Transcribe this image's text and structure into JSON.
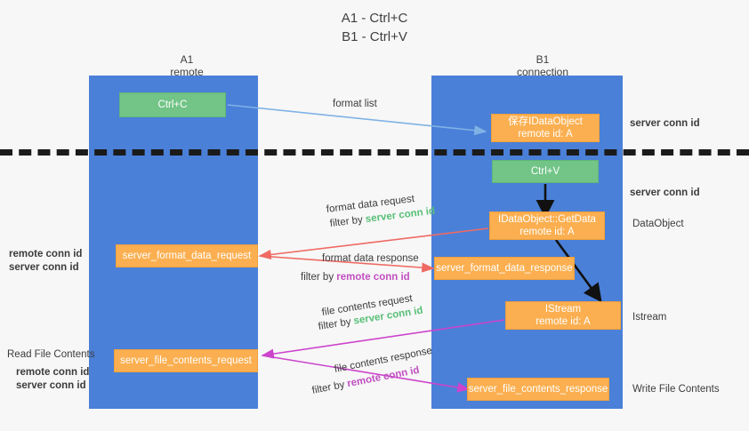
{
  "title": {
    "line1": "A1 - Ctrl+C",
    "line2": "B1 - Ctrl+V"
  },
  "colors": {
    "lane": "#4a80d8",
    "node_green": "#72c487",
    "node_orange": "#fbaf50",
    "server_conn": "#57bf77",
    "remote_conn": "#c14fc1",
    "arrow_blue": "#7fb2e5",
    "arrow_red": "#ef6a63",
    "arrow_magenta": "#cc44cc",
    "arrow_black": "#111111",
    "background": "#f7f7f7"
  },
  "lanes": [
    {
      "name": "A1",
      "sub": "remote"
    },
    {
      "name": "B1",
      "sub": "connection"
    }
  ],
  "nodes": {
    "ctrl_c": {
      "label": "Ctrl+C"
    },
    "ctrl_v": {
      "label": "Ctrl+V"
    },
    "save_idataobject": {
      "line1": "保存IDataObject",
      "line2": "remote id: A"
    },
    "getdata": {
      "line1": "IDataObject::GetData",
      "line2": "remote id: A"
    },
    "istream": {
      "line1": "IStream",
      "line2": "remote id: A"
    },
    "server_format_data_request": {
      "label": "server_format_data_request"
    },
    "server_format_data_response": {
      "label": "server_format_data_response"
    },
    "server_file_contents_request": {
      "label": "server_file_contents_request"
    },
    "server_file_contents_response": {
      "label": "server_file_contents_response"
    }
  },
  "edge_labels": {
    "format_list": "format list",
    "format_data_request": "format data request",
    "format_data_request_filter_prefix": "filter by ",
    "format_data_request_filter_key": "server conn id",
    "format_data_response": "format data response",
    "format_data_response_filter_prefix": "filter by ",
    "format_data_response_filter_key": "remote conn id",
    "file_contents_request": "file contents request",
    "file_contents_request_filter_prefix": "filter by ",
    "file_contents_request_filter_key": "server conn id",
    "file_contents_response": "file contents response",
    "file_contents_response_filter_prefix": "filter by ",
    "file_contents_response_filter_key": "remote conn id"
  },
  "right_labels": {
    "server_conn_top": "server conn id",
    "server_conn_mid": "server conn id",
    "dataobject": "DataObject",
    "istream": "Istream",
    "write_file_contents": "Write File Contents"
  },
  "left_labels": {
    "remote_conn_1": "remote conn id",
    "server_conn_1": "server conn id",
    "read_file_contents": "Read File Contents",
    "remote_conn_2": "remote conn id",
    "server_conn_2": "server conn id"
  }
}
